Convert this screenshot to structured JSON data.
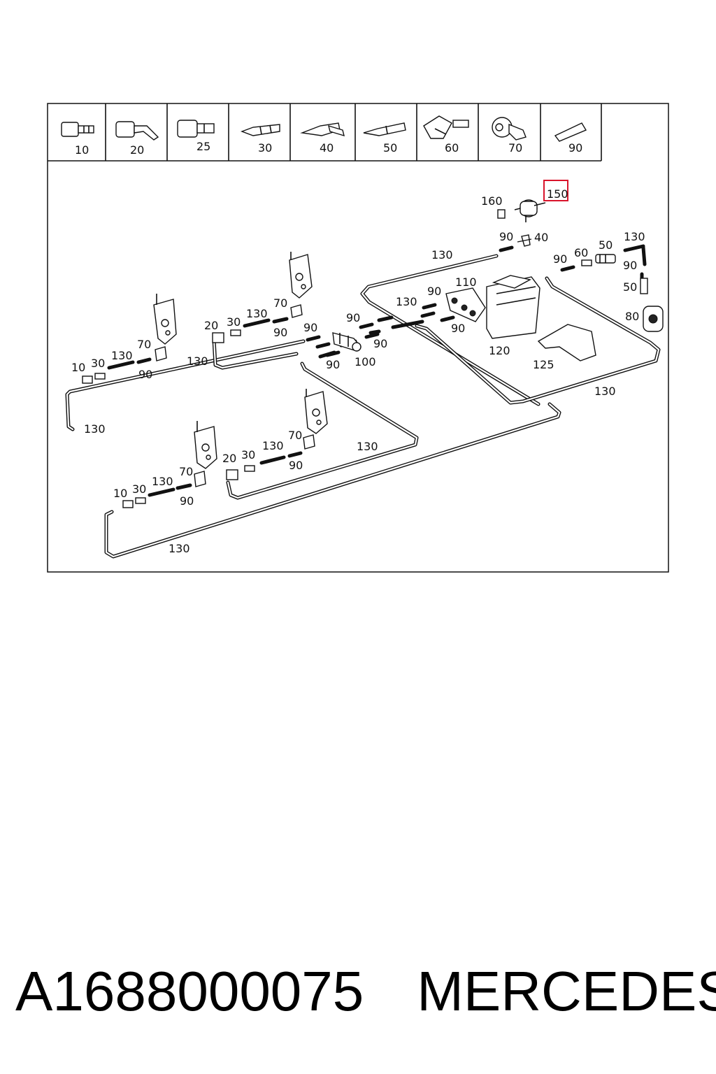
{
  "header_parts": [
    "10",
    "20",
    "25",
    "30",
    "40",
    "50",
    "60",
    "70",
    "90"
  ],
  "highlighted_label": "150",
  "colors": {
    "highlight": "#d9142b",
    "ink": "#111111"
  },
  "callouts": {
    "c160": "160",
    "c90a": "90",
    "c40": "40",
    "c130a": "130",
    "c90b": "90",
    "c60": "60",
    "c50a": "50",
    "c130b": "130",
    "c90c": "90",
    "c50b": "50",
    "c80": "80",
    "c110": "110",
    "c90d": "90",
    "c130c": "130",
    "c90e": "90",
    "c120": "120",
    "c125": "125",
    "c130d": "130",
    "c90f": "90",
    "c90g": "90",
    "c100": "100",
    "c90h": "90",
    "c90i": "90",
    "c130e": "130",
    "c70a": "70",
    "c20a": "20",
    "c30a": "30",
    "c90j": "90",
    "c130f": "130",
    "c70b": "70",
    "c10a": "10",
    "c30b": "30",
    "c130g": "130",
    "c90k": "90",
    "c130h": "130",
    "c70c": "70",
    "c130i": "130",
    "c20b": "20",
    "c30c": "30",
    "c130j": "130",
    "c90l": "90",
    "c70d": "70",
    "c10b": "10",
    "c30d": "30",
    "c130k": "130",
    "c90m": "90",
    "c130l": "130"
  },
  "footer": {
    "part_number": "A1688000075",
    "brand": "MERCEDES"
  }
}
